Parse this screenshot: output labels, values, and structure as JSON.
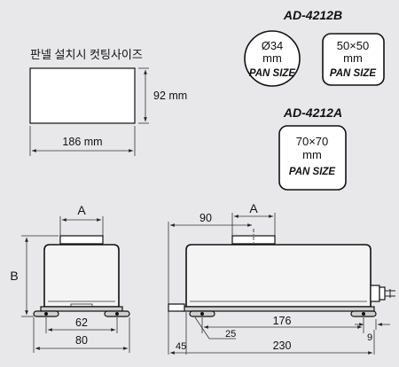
{
  "panel": {
    "title": "판넬 설치시 컷팅사이즈",
    "height_label": "92 mm",
    "width_label": "186 mm"
  },
  "model_b": {
    "name": "AD-4212B",
    "round_pan": {
      "size": "Ø34",
      "unit": "mm",
      "tag": "PAN SIZE"
    },
    "square_pan": {
      "size": "50×50",
      "unit": "mm",
      "tag": "PAN SIZE"
    }
  },
  "model_a": {
    "name": "AD-4212A",
    "square_pan": {
      "size": "70×70",
      "unit": "mm",
      "tag": "PAN SIZE"
    }
  },
  "front_view": {
    "pan_label": "A",
    "height_label": "B",
    "feet_spacing": "62",
    "base_width": "80"
  },
  "side_view": {
    "offset_label": "90",
    "pan_label": "A",
    "feet_spacing": "176",
    "foot_label": "25",
    "rear_label": "9",
    "front_label": "45",
    "total_length": "230"
  }
}
